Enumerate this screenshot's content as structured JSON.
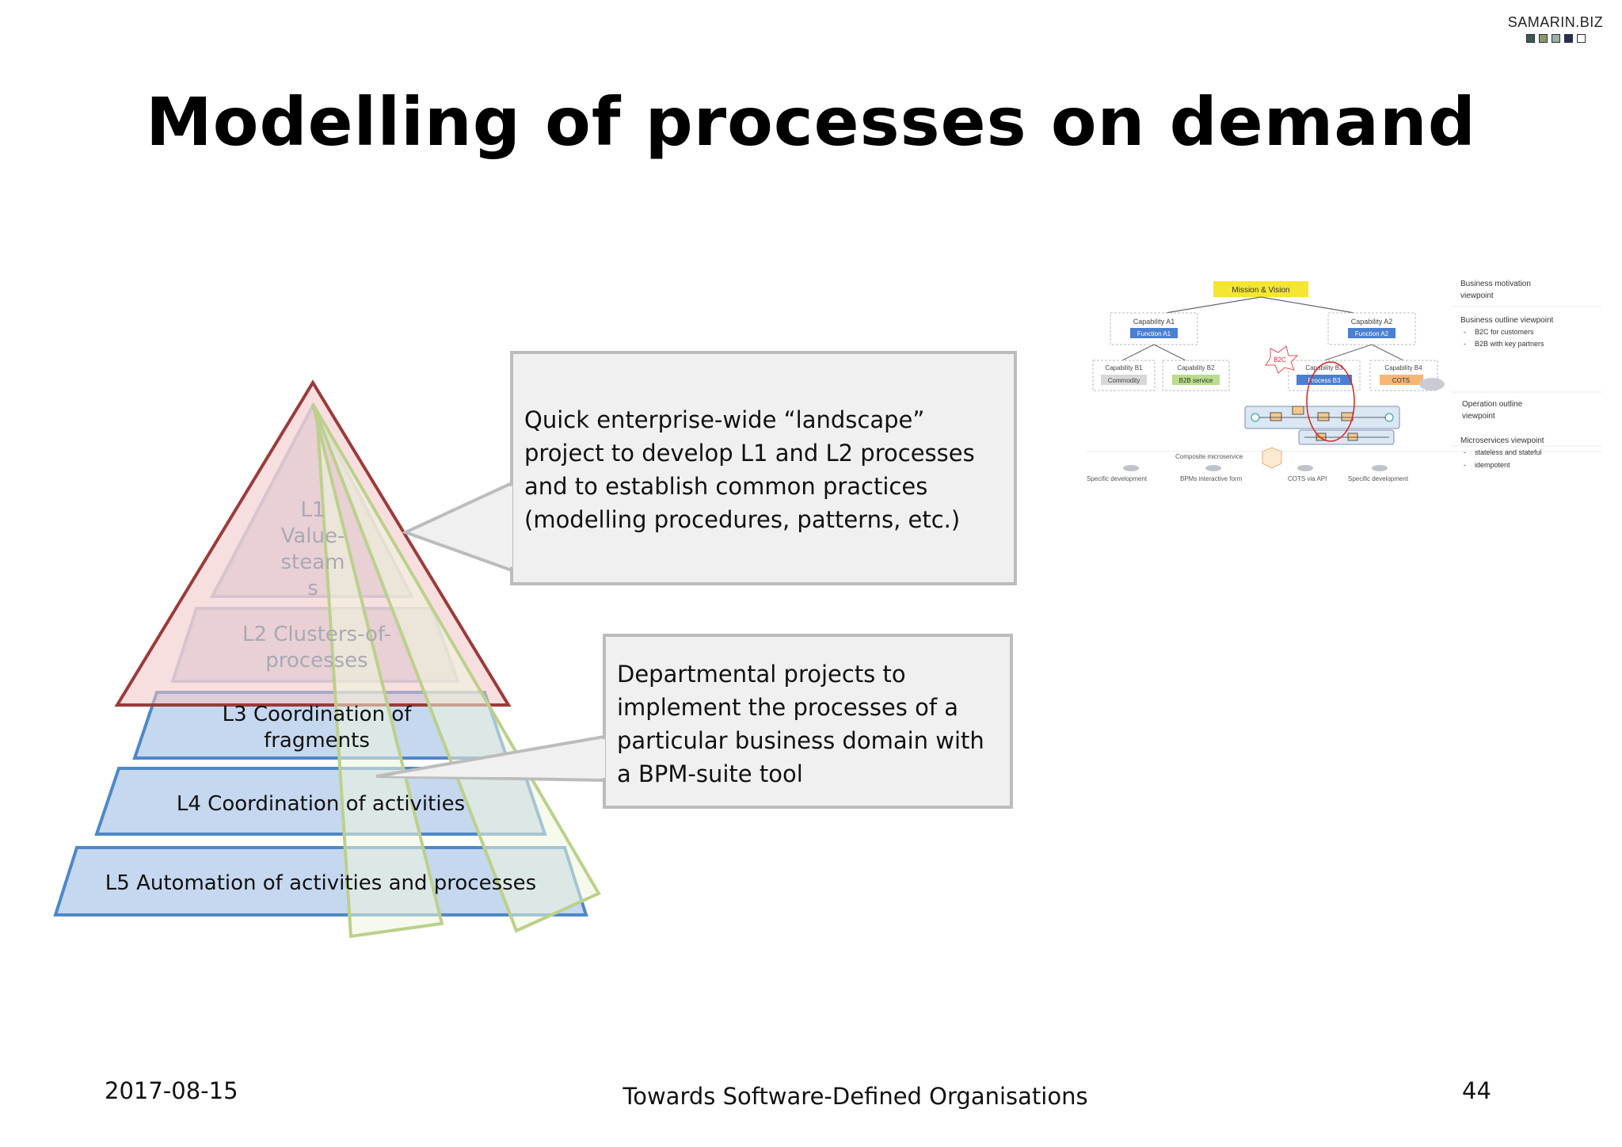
{
  "brand": {
    "text": "SAMARIN.BIZ",
    "squares": [
      "#3c5a4a",
      "#8a9a6a",
      "#9ab0a0",
      "#2a2f4a",
      "#ffffff"
    ]
  },
  "title": "Modelling of processes on demand",
  "pyramid": {
    "levels": [
      {
        "label": "L1\nValue-\nsteam\ns"
      },
      {
        "label": "L2 Clusters-of-\nprocesses"
      },
      {
        "label": "L3 Coordination of\nfragments"
      },
      {
        "label": "L4 Coordination of activities"
      },
      {
        "label": "L5 Automation of activities and processes"
      }
    ]
  },
  "callouts": [
    {
      "text": "Quick enterprise-wide “landscape” project to develop L1 and L2 processes and to establish common practices (modelling procedures, patterns, etc.)"
    },
    {
      "text": "Departmental projects to implement the processes of a particular business domain with a BPM-suite tool"
    }
  ],
  "reference_diagram": {
    "mission": "Mission & Vision",
    "capabilities_a": [
      {
        "capability": "Capability A1",
        "function": "Function A1"
      },
      {
        "capability": "Capability A2",
        "function": "Function A2"
      }
    ],
    "capabilities_b": [
      {
        "capability": "Capability B1",
        "item": "Commodity"
      },
      {
        "capability": "Capability B2",
        "item": "B2B service"
      },
      {
        "capability": "Capability B3",
        "item": "Process B3"
      },
      {
        "capability": "Capability B4",
        "item": "COTS"
      }
    ],
    "b2c_label": "B2C",
    "composite_label": "Composite microservice",
    "bottom_labels": [
      "Specific development",
      "BPMs interactive form",
      "COTS via API",
      "Specific development"
    ],
    "viewpoints": [
      {
        "title": "Business motivation\nviewpoint",
        "bullets": []
      },
      {
        "title": "Business outline viewpoint",
        "bullets": [
          "B2C for customers",
          "B2B with key partners"
        ]
      },
      {
        "title": "Operation outline\nviewpoint",
        "bullets": []
      },
      {
        "title": "Microservices viewpoint",
        "bullets": [
          "stateless and stateful",
          "idempotent"
        ]
      }
    ]
  },
  "footer": {
    "date": "2017-08-15",
    "center": "Towards Software-Defined Organisations",
    "page": "44"
  }
}
